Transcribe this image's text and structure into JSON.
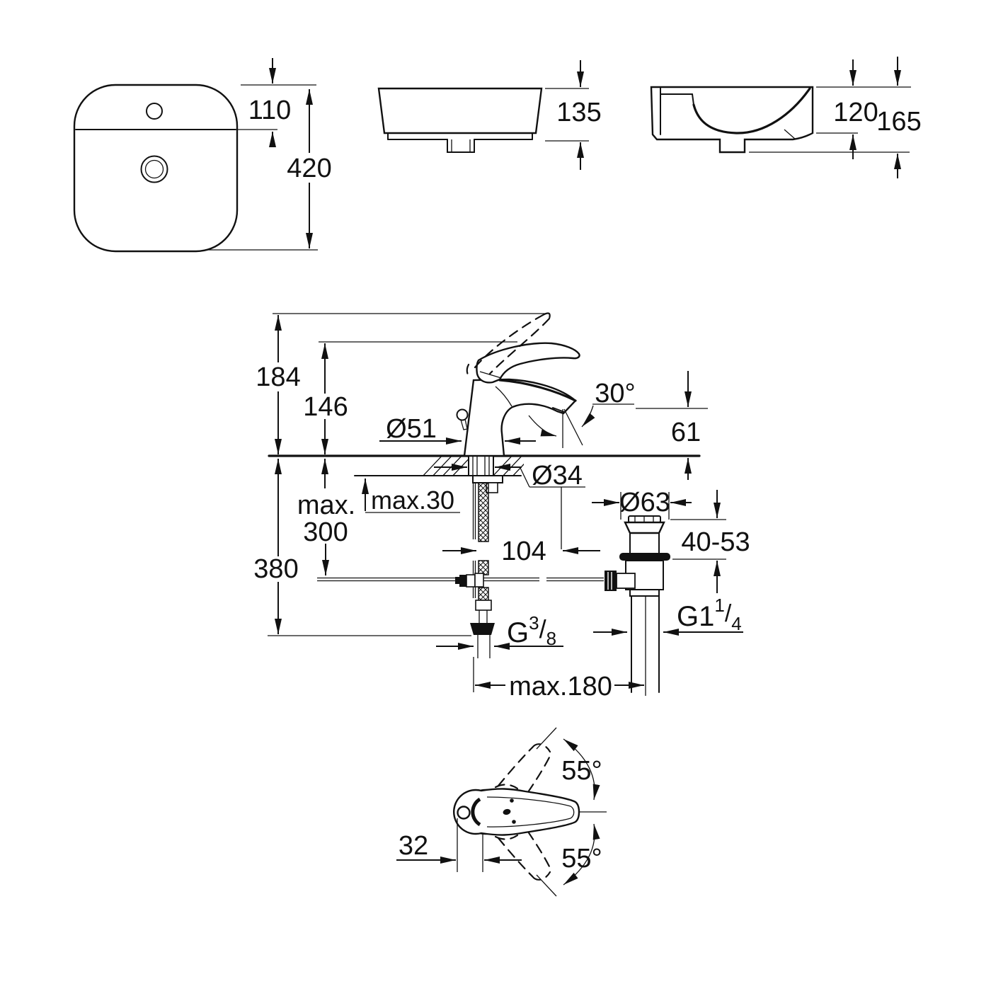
{
  "colors": {
    "line": "#111111",
    "background": "#ffffff"
  },
  "drawing": {
    "basin_top_view": {
      "dim_hole_offset": "110",
      "dim_depth": "420"
    },
    "basin_front_view": {
      "dim_height": "135"
    },
    "basin_section_view": {
      "dim_bowl_depth": "120",
      "dim_total_depth": "165"
    },
    "faucet_view": {
      "dim_total_height": "184",
      "dim_handle_height": "146",
      "dia_body": "Ø51",
      "angle_spout": "30°",
      "dim_spout_outlet_height": "61",
      "dia_mounting_hole": "Ø34",
      "max_deck_thickness": "max.30",
      "max_hose_length_word": "max.",
      "max_hose_length_value": "300",
      "dim_below_deck": "380",
      "dim_spout_reach": "104",
      "dia_waste_flange": "Ø63",
      "range_basin_thickness": "40-53",
      "thread_supply": {
        "main": "G",
        "sup": "3",
        "slash": "/",
        "sub": "8"
      },
      "thread_waste": {
        "main": "G1",
        "sup": "1",
        "slash": "/",
        "sub": "4"
      },
      "max_waste_spacing": "max.180"
    },
    "handle_top_view": {
      "angle_up": "55°",
      "angle_down": "55°",
      "dim_offset": "32"
    }
  }
}
